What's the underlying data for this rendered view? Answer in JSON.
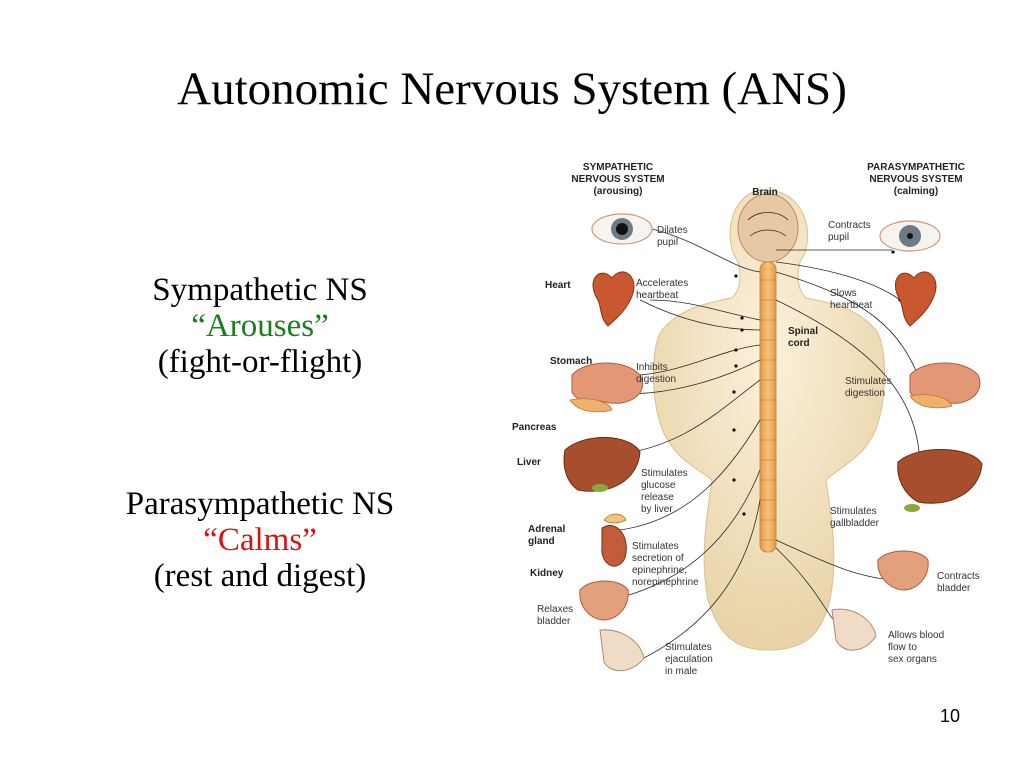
{
  "slide": {
    "title": "Autonomic Nervous System (ANS)",
    "page_number": "10"
  },
  "left_text": {
    "sympathetic": {
      "name": "Sympathetic NS",
      "quote": "“Arouses”",
      "description": "(fight-or-flight)"
    },
    "parasympathetic": {
      "name": "Parasympathetic NS",
      "quote": "“Calms”",
      "description": "(rest and digest)"
    }
  },
  "colors": {
    "arouses": "#1a7f1a",
    "calms": "#dd1111"
  },
  "diagram": {
    "sympathetic_header": [
      "SYMPATHETIC",
      "NERVOUS SYSTEM",
      "(arousing)"
    ],
    "parasympathetic_header": [
      "PARASYMPATHETIC",
      "NERVOUS SYSTEM",
      "(calming)"
    ],
    "center_labels": {
      "brain": "Brain",
      "spinal_cord": [
        "Spinal",
        "cord"
      ]
    },
    "organ_labels": {
      "heart": "Heart",
      "stomach": "Stomach",
      "pancreas": "Pancreas",
      "liver": "Liver",
      "adrenal": [
        "Adrenal",
        "gland"
      ],
      "kidney": "Kidney"
    },
    "sympathetic_effects": {
      "eye": [
        "Dilates",
        "pupil"
      ],
      "heart": [
        "Accelerates",
        "heartbeat"
      ],
      "stomach": [
        "Inhibits",
        "digestion"
      ],
      "liver": [
        "Stimulates",
        "glucose",
        "release",
        "by liver"
      ],
      "adrenal": [
        "Stimulates",
        "secretion of",
        "epinephrine,",
        "norepinephrine"
      ],
      "bladder": [
        "Relaxes",
        "bladder"
      ],
      "reproductive": [
        "Stimulates",
        "ejaculation",
        "in male"
      ]
    },
    "parasympathetic_effects": {
      "eye": [
        "Contracts",
        "pupil"
      ],
      "heart": [
        "Slows",
        "heartbeat"
      ],
      "stomach": [
        "Stimulates",
        "digestion"
      ],
      "liver": [
        "Stimulates",
        "gallbladder"
      ],
      "bladder": [
        "Contracts",
        "bladder"
      ],
      "reproductive": [
        "Allows blood",
        "flow to",
        "sex organs"
      ]
    }
  }
}
